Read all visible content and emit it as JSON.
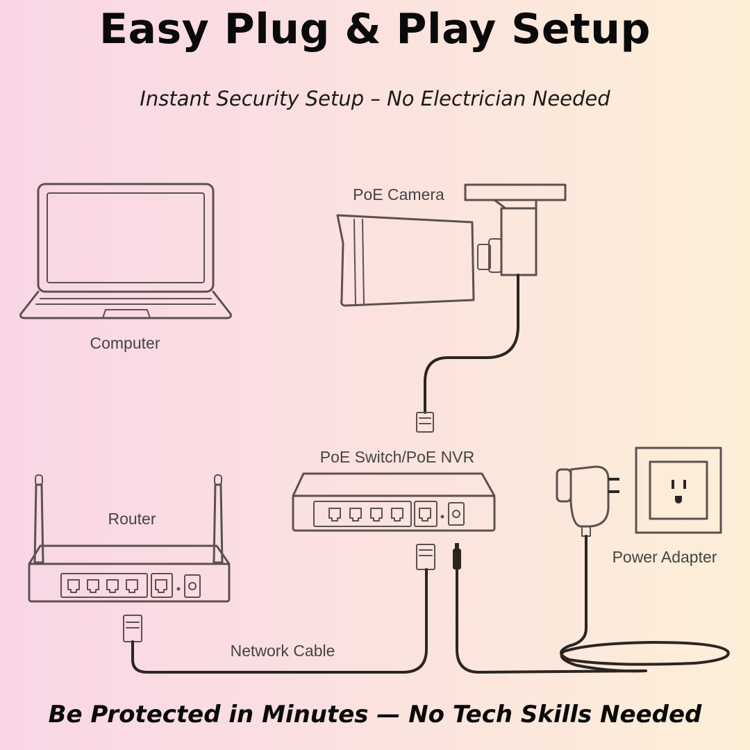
{
  "title": "Easy Plug & Play Setup",
  "subtitle": "Instant Security Setup – No Electrician Needed",
  "footer": "Be Protected in Minutes — No Tech Skills Needed",
  "diagram": {
    "labels": {
      "camera": "PoE Camera",
      "computer": "Computer",
      "switch": "PoE Switch/PoE NVR",
      "router": "Router",
      "power_adapter": "Power Adapter",
      "network_cable": "Network Cable"
    }
  },
  "colors": {
    "gradient_left": "#f9d6e6",
    "gradient_right": "#fcefd7",
    "line": "#5a5150",
    "cable": "#2b2522"
  }
}
